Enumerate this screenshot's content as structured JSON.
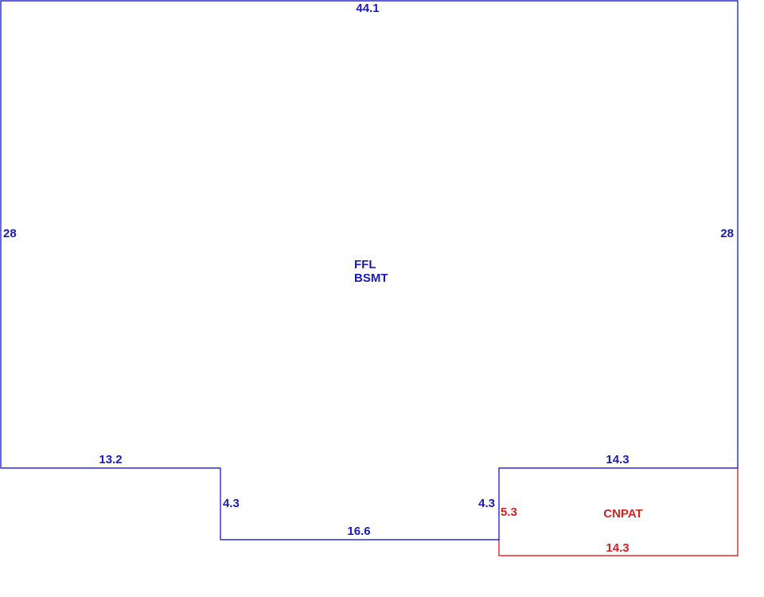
{
  "colors": {
    "main_outline": "#0000cc",
    "main_text": "#1a1ab8",
    "patio_outline": "#e00000",
    "patio_text": "#d92020"
  },
  "main_area": {
    "label_line1": "FFL",
    "label_line2": "BSMT",
    "dimensions": {
      "top": "44.1",
      "left": "28",
      "right": "28",
      "bottom_left": "13.2",
      "notch_left_side": "4.3",
      "notch_bottom": "16.6",
      "notch_right_side": "4.3",
      "bottom_right": "14.3"
    }
  },
  "patio": {
    "label": "CNPAT",
    "dimensions": {
      "left": "5.3",
      "bottom": "14.3"
    }
  }
}
